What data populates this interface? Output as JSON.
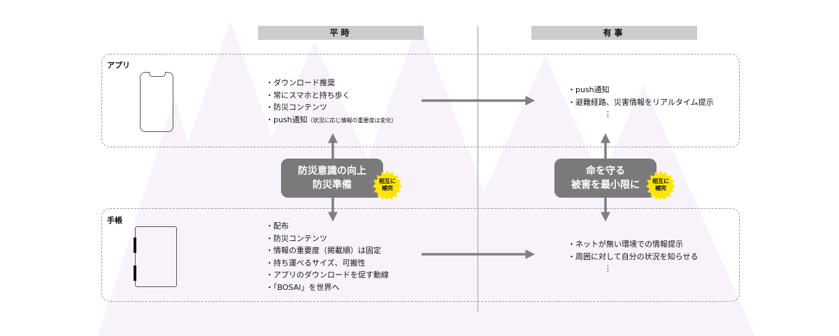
{
  "headers": {
    "left": "平時",
    "right": "有事"
  },
  "panels": {
    "app": {
      "label": "アプリ"
    },
    "notebook": {
      "label": "手帳"
    }
  },
  "app_peacetime": {
    "items": [
      "・ダウンロード推奨",
      "・常にスマホと持ち歩く",
      "・防災コンテンツ"
    ],
    "push_main": "・push通知",
    "push_note": "（状況に応じ情報の重要度は変化）"
  },
  "app_emergency": {
    "items": [
      "・push通知",
      "・避難経路、災害情報をリアルタイム提示",
      "⋮"
    ]
  },
  "notebook_peacetime": {
    "items": [
      "・配布",
      "・防災コンテンツ",
      "・情報の重要度（掲載順）は固定",
      "・持ち運べるサイズ、可搬性",
      "・アプリのダウンロードを促す動線",
      "・「BOSAI」を世界へ"
    ]
  },
  "notebook_emergency": {
    "items": [
      "・ネットが無い環境での情報提示",
      "・周囲に対して自分の状況を知らせる",
      "⋮"
    ]
  },
  "center_left": {
    "lines": [
      "防災意識の向上",
      "防災準備"
    ]
  },
  "center_right": {
    "lines": [
      "命を守る",
      "被害を最小限に"
    ]
  },
  "badge": {
    "lines": [
      "相互に",
      "補完"
    ]
  },
  "colors": {
    "header_bg": "#cccccc",
    "box_bg": "#7a7a7a",
    "arrow": "#808080",
    "badge": "#ffe600",
    "bg_triangle": "#f7f2fa"
  }
}
